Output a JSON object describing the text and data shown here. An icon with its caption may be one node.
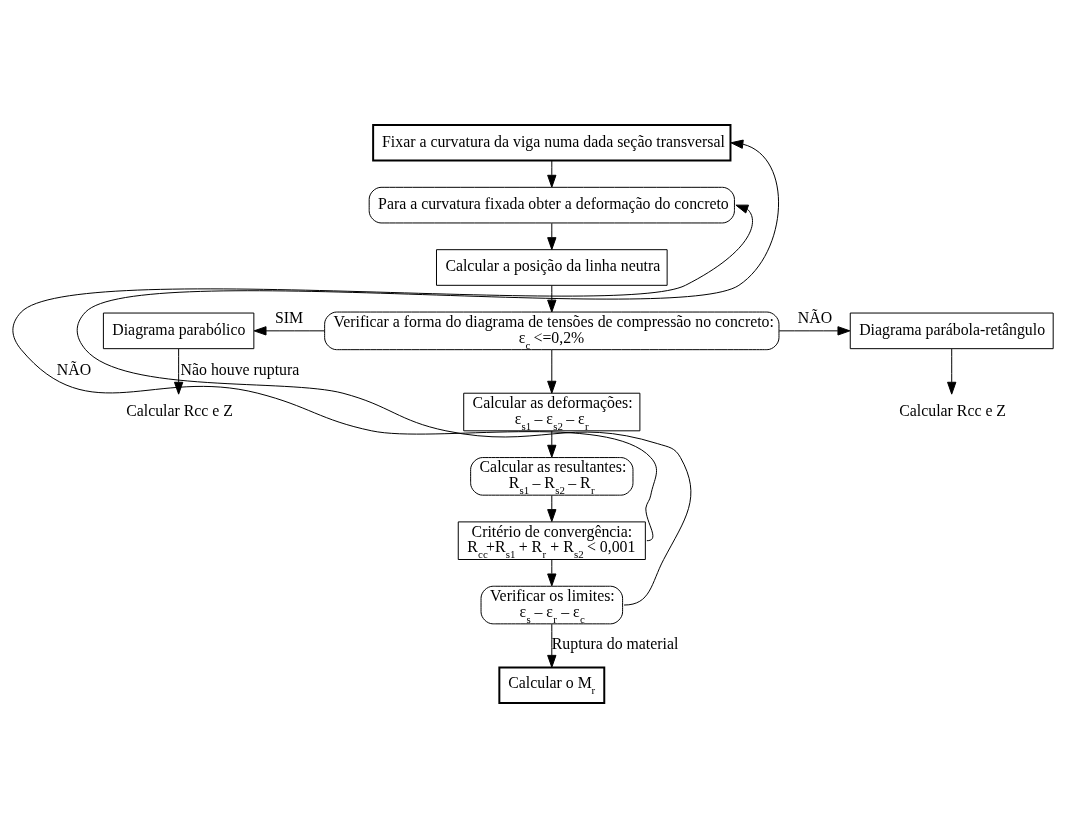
{
  "diagram": {
    "nodes": [
      {
        "text": [
          "Fixar a curvatura da viga numa dada seção transversal"
        ]
      },
      {
        "text": [
          "Para a curvatura fixada obter a deformação do concreto"
        ]
      },
      {
        "text": [
          "Calcular a posição da linha neutra"
        ]
      },
      {
        "text": [
          "Verificar a forma do diagrama de tensões de compressão no concreto:",
          "ε$_{c}$ <=0,2%"
        ]
      },
      {
        "text": [
          "Diagrama parabólico"
        ]
      },
      {
        "text": [
          "Calcular Rcc e Z"
        ]
      },
      {
        "text": [
          "Diagrama parábola-retângulo"
        ]
      },
      {
        "text": [
          "Calcular Rcc e Z"
        ]
      },
      {
        "text": [
          "Calcular as deformações:",
          "ε$_{s1}$ – ε$_{s2}$ – ε$_{r}$"
        ]
      },
      {
        "text": [
          "Calcular as resultantes:",
          "R$_{s1}$ – R$_{s2}$ – R$_{r}$"
        ]
      },
      {
        "text": [
          "Critério de convergência:",
          "R$_{cc}$+R$_{s1}$ + R$_{r}$ + R$_{s2}$ < 0,001"
        ]
      },
      {
        "text": [
          "Verificar os limites:",
          "ε$_{s}$ – ε$_{r}$ – ε$_{c}$"
        ]
      },
      {
        "text": [
          "Calcular o M$_{r}$"
        ]
      }
    ],
    "edges": [
      {
        "from": 0,
        "to": 1,
        "arrow": "to"
      },
      {
        "from": 1,
        "to": 2,
        "arrow": "to"
      },
      {
        "from": 2,
        "to": 3,
        "arrow": "to"
      },
      {
        "from": 3,
        "to": 4,
        "arrow": "to",
        "label": "SIM"
      },
      {
        "from": 3,
        "to": 6,
        "arrow": "to",
        "label": "NÃO"
      },
      {
        "from": 4,
        "to": 5,
        "arrow": "to"
      },
      {
        "from": 6,
        "to": 7,
        "arrow": "to"
      },
      {
        "from": 3,
        "to": 8,
        "arrow": "to"
      },
      {
        "from": 8,
        "to": 9,
        "arrow": "to"
      },
      {
        "from": 9,
        "to": 10,
        "arrow": "to"
      },
      {
        "from": 10,
        "to": 1,
        "arrow": "to",
        "label": "NÃO"
      },
      {
        "from": 10,
        "to": 11,
        "arrow": "to"
      },
      {
        "from": 11,
        "to": 0,
        "arrow": "to",
        "label": "Não houve ruptura"
      },
      {
        "from": 11,
        "to": 12,
        "arrow": "to",
        "label": "Ruptura do material"
      }
    ]
  }
}
